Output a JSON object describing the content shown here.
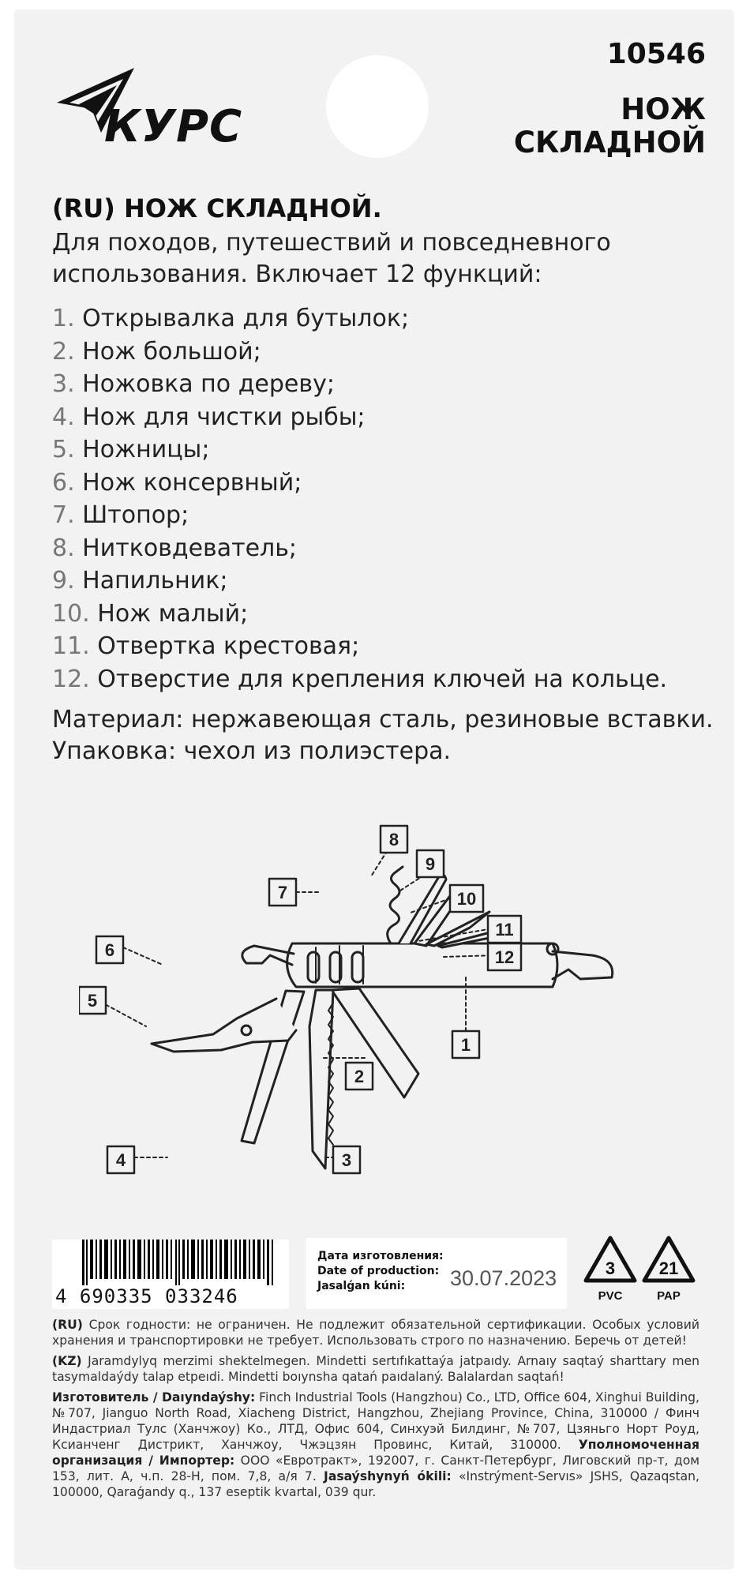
{
  "brand": {
    "name": "КУРС"
  },
  "header": {
    "article": "10546",
    "product_name": "НОЖ СКЛАДНОЙ"
  },
  "description": {
    "heading": "(RU) НОЖ СКЛАДНОЙ.",
    "intro": "Для походов, путешествий и повседневного использования. Включает 12 функций:",
    "features": [
      {
        "num": "1.",
        "text": "Открывалка для бутылок;"
      },
      {
        "num": "2.",
        "text": "Нож большой;"
      },
      {
        "num": "3.",
        "text": "Ножовка по дереву;"
      },
      {
        "num": "4.",
        "text": "Нож для чистки рыбы;"
      },
      {
        "num": "5.",
        "text": "Ножницы;"
      },
      {
        "num": "6.",
        "text": "Нож консервный;"
      },
      {
        "num": "7.",
        "text": "Штопор;"
      },
      {
        "num": "8.",
        "text": "Нитковдеватель;"
      },
      {
        "num": "9.",
        "text": "Напильник;"
      },
      {
        "num": "10.",
        "text": "Нож малый;"
      },
      {
        "num": "11.",
        "text": "Отвертка крестовая;"
      },
      {
        "num": "12.",
        "text": "Отверстие для крепления ключей на кольце."
      }
    ],
    "material": "Материал: нержавеющая сталь, резиновые вставки. Упаковка: чехол из полиэстера."
  },
  "diagram": {
    "callouts": [
      "1",
      "2",
      "3",
      "4",
      "5",
      "6",
      "7",
      "8",
      "9",
      "10",
      "11",
      "12"
    ]
  },
  "barcode": {
    "digits": "4 690335 033246"
  },
  "production": {
    "label_ru": "Дата изготовления:",
    "label_en": "Date of production:",
    "label_kz": "Jasalǵan kúni:",
    "value": "30.07.2023"
  },
  "recycling": [
    {
      "number": "3",
      "code": "PVC"
    },
    {
      "number": "21",
      "code": "PAP"
    }
  ],
  "legal": {
    "ru_tag": "(RU)",
    "ru": "Срок годности: не ограничен. Не подлежит обязательной сертификации. Особых условий хранения и транспортировки не требует. Использовать строго по назначению. Беречь от детей!",
    "kz_tag": "(KZ)",
    "kz": "Jaramdylyq merzimi shektelmegen. Mindetti sertıfıkattaýa jatpaıdy. Arnaıy saqtaý sharttary men tasymaldaýdy talap etpeıdi. Mindetti boıynsha qatań paıdalaný. Balalardan saqtań!",
    "maker_label": "Изготовитель / Daıyndaýshy:",
    "maker": "Finch Industrial Tools (Hangzhou) Co., LTD, Office 604, Xinghui Building, №707, Jianguo North Road, Xiacheng District, Hangzhou, Zhejiang Province, China, 310000 / Финч Индастриал Тулс (Ханчжоу) Ко., ЛТД, Офис 604, Синхуэй Билдинг, №707, Цзяньго Норт Роуд, Ксианченг Дистрикт, Ханчжоу, Чжэцзян Провинс, Китай, 310000.",
    "org_label": "Уполномоченная организация / Импортер:",
    "org": "ООО «Евротракт», 192007, г. Санкт-Петербург, Лиговский пр-т, дом 153, лит. А, ч.п. 28-Н, пом. 7,8, а/я 7.",
    "agent_label": "Jasaýshynyń ókili:",
    "agent": "«Instrýment-Servıs» JSHS, Qazaqstan, 100000, Qaraǵandy q., 137 eseptik kvartal, 039 qur."
  }
}
